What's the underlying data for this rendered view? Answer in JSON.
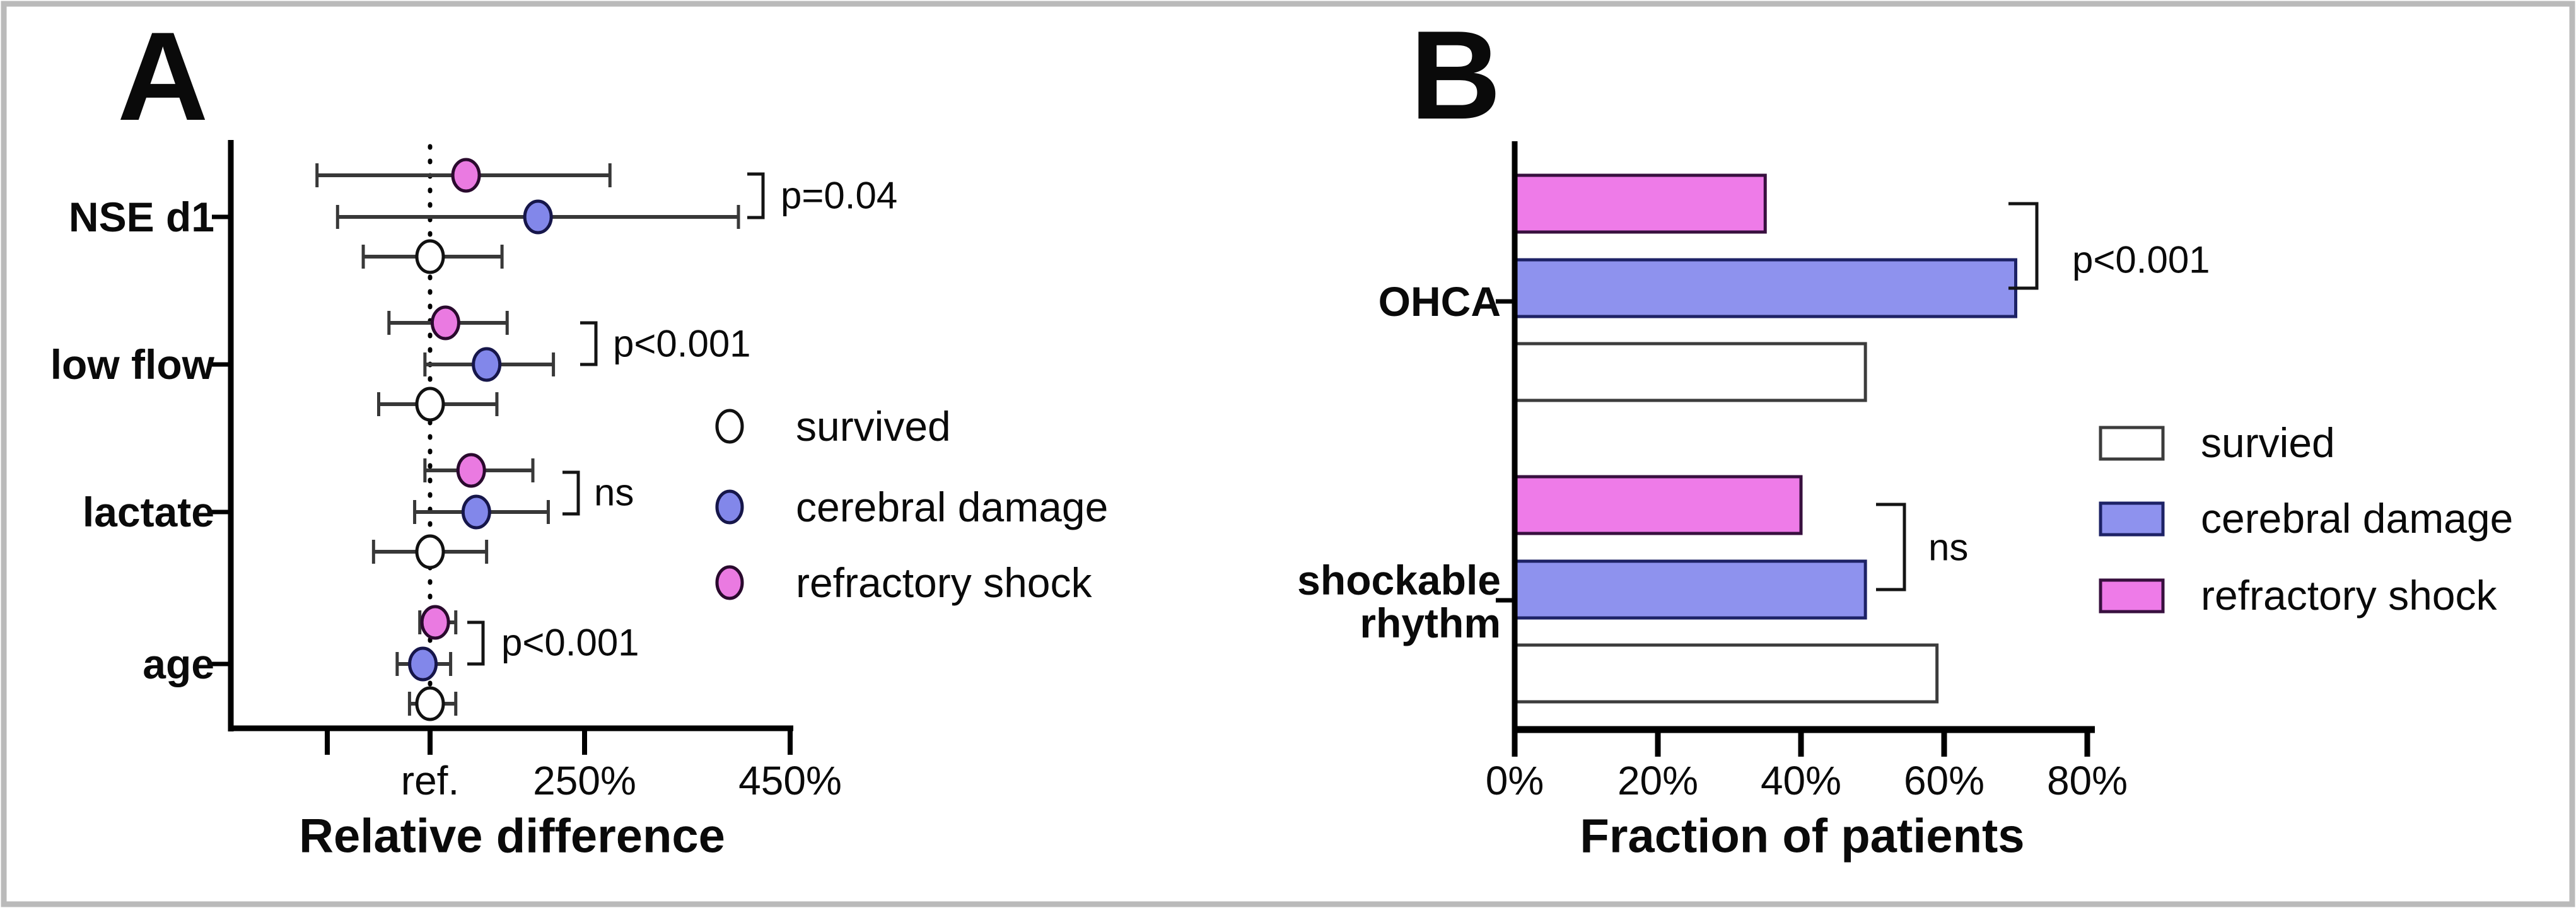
{
  "figure": {
    "background": "#ffffff",
    "border_color": "#bababa"
  },
  "chart_data": [
    {
      "panel_label": "A",
      "type": "scatter",
      "subtype": "dot-with-error-bars-forest-plot",
      "xlabel": "Relative difference",
      "categories": [
        "NSE d1",
        "low flow",
        "lactate",
        "age"
      ],
      "x_axis": {
        "unit": "%",
        "reference_value": 100,
        "reference_line_style": "dotted",
        "range": [
          -95,
          455
        ],
        "ticks": [
          {
            "value": 0,
            "label": ""
          },
          {
            "value": 100,
            "label": "ref."
          },
          {
            "value": 250,
            "label": "250%"
          },
          {
            "value": 450,
            "label": "450%"
          }
        ]
      },
      "series": [
        {
          "name": "survived",
          "marker_fill": "#ffffff",
          "marker_stroke": "#111111",
          "values": [
            100,
            100,
            100,
            100
          ],
          "ci_low": [
            35,
            50,
            45,
            80
          ],
          "ci_high": [
            170,
            165,
            155,
            125
          ]
        },
        {
          "name": "cerebral damage",
          "marker_fill": "#8287ea",
          "marker_stroke": "#16164a",
          "values": [
            205,
            155,
            145,
            93
          ],
          "ci_low": [
            10,
            95,
            85,
            68
          ],
          "ci_high": [
            400,
            220,
            215,
            120
          ]
        },
        {
          "name": "refractory shock",
          "marker_fill": "#ea7ae1",
          "marker_stroke": "#2a0a2e",
          "values": [
            135,
            115,
            140,
            105
          ],
          "ci_low": [
            -10,
            60,
            95,
            90
          ],
          "ci_high": [
            275,
            175,
            200,
            125
          ]
        }
      ],
      "annotations": [
        {
          "text": "p=0.04",
          "category": "NSE d1",
          "between": [
            "refractory shock",
            "cerebral damage"
          ]
        },
        {
          "text": "p<0.001",
          "category": "low flow",
          "between": [
            "refractory shock",
            "cerebral damage"
          ]
        },
        {
          "text": "ns",
          "category": "lactate",
          "between": [
            "refractory shock",
            "cerebral damage"
          ]
        },
        {
          "text": "p<0.001",
          "category": "age",
          "between": [
            "refractory shock",
            "cerebral damage"
          ]
        }
      ],
      "legend_position": "right-center",
      "colors": {
        "error_bar": "#383838",
        "axis": "#000000",
        "reference_line": "#000000"
      }
    },
    {
      "panel_label": "B",
      "type": "bar",
      "orientation": "horizontal",
      "xlabel": "Fraction of patients",
      "categories": [
        "OHCA",
        "shockable rhythm"
      ],
      "category_labels": [
        [
          "OHCA"
        ],
        [
          "shockable",
          "rhythm"
        ]
      ],
      "x_axis": {
        "unit": "%",
        "ticks": [
          "0%",
          "20%",
          "40%",
          "60%",
          "80%"
        ],
        "tick_values": [
          0,
          20,
          40,
          60,
          80
        ],
        "range": [
          0,
          81
        ]
      },
      "series": [
        {
          "name": "survied",
          "fill": "#ffffff",
          "stroke": "#3c3c3c",
          "values": [
            49,
            59
          ]
        },
        {
          "name": "cerebral damage",
          "fill": "#8e92ee",
          "stroke": "#1d2266",
          "values": [
            70,
            49
          ]
        },
        {
          "name": "refractory shock",
          "fill": "#ee7be8",
          "stroke": "#38103f",
          "values": [
            35,
            40
          ]
        }
      ],
      "annotations": [
        {
          "text": "p<0.001",
          "category": "OHCA",
          "between": [
            "refractory shock",
            "cerebral damage"
          ]
        },
        {
          "text": "ns",
          "category": "shockable rhythm",
          "between": [
            "refractory shock",
            "cerebral damage"
          ]
        }
      ],
      "legend_position": "right-center",
      "colors": {
        "axis": "#000000"
      }
    }
  ]
}
